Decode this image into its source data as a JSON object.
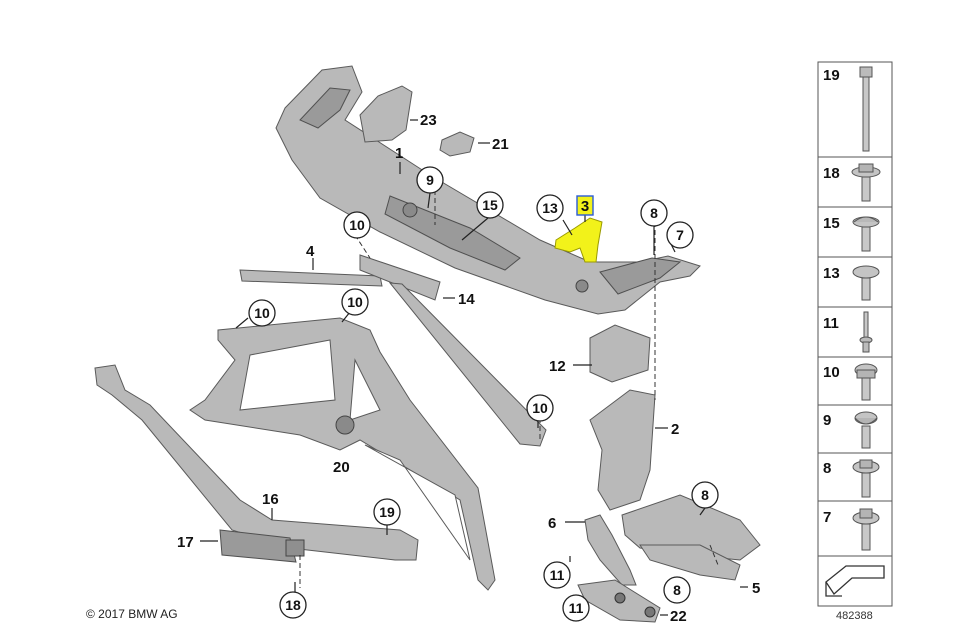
{
  "copyright": "© 2017 BMW AG",
  "diagram_code": "482388",
  "highlight_color": "#f2f21a",
  "callouts": {
    "c9": "9",
    "c10a": "10",
    "c15": "15",
    "c13": "13",
    "c8a": "8",
    "c7": "7",
    "c10b": "10",
    "c10c": "10",
    "c10d": "10",
    "c8b": "8",
    "c19": "19",
    "c11a": "11",
    "c8c": "8",
    "c11b": "11",
    "c18": "18"
  },
  "labels": {
    "l23": "23",
    "l21": "21",
    "l1": "1",
    "l3": "3",
    "l4": "4",
    "l14": "14",
    "l12": "12",
    "l2": "2",
    "l20": "20",
    "l16": "16",
    "l17": "17",
    "l6": "6",
    "l5": "5",
    "l22": "22"
  },
  "fastener_legend": [
    "19",
    "18",
    "15",
    "13",
    "11",
    "10",
    "9",
    "8",
    "7"
  ]
}
